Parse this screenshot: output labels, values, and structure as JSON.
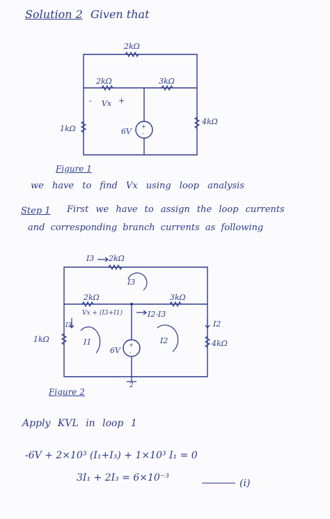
{
  "header": {
    "solution": "Solution 2",
    "given": "Given that"
  },
  "figure1": {
    "caption": "Figure 1",
    "r_top": "2kΩ",
    "r_mid_left": "2kΩ",
    "r_mid_right": "3kΩ",
    "r_left": "1kΩ",
    "r_right": "4kΩ",
    "source": "6V",
    "vx_minus": "-",
    "vx_label": "Vx",
    "vx_plus": "+"
  },
  "body": {
    "line1": "we have to find Vx using loop analysis",
    "step_label": "Step 1",
    "line2": "First we have to assign the loop currents",
    "line3": "and corresponding branch currents as following"
  },
  "figure2": {
    "caption": "Figure 2",
    "i3_top": "I3",
    "r_top": "2kΩ",
    "loop_i3": "I3",
    "r_mid_left": "2kΩ",
    "r_mid_right": "3kΩ",
    "vx_branch": "Vx + (I3+I1)",
    "i2_minus_i3": "I2-I3",
    "i3_left": "I3",
    "i2_right": "I2",
    "r_left": "1kΩ",
    "r_right": "4kΩ",
    "loop_i1": "I1",
    "loop_i2": "I2",
    "source": "6V",
    "ground_node": "2"
  },
  "kvl": {
    "heading": "Apply KVL in loop 1",
    "eq1": "-6V + 2×10³ (I₁+I₃) + 1×10³ I₁ = 0",
    "eq2": "3I₁ + 2I₃ = 6×10⁻³",
    "eq_number": "(i)"
  }
}
